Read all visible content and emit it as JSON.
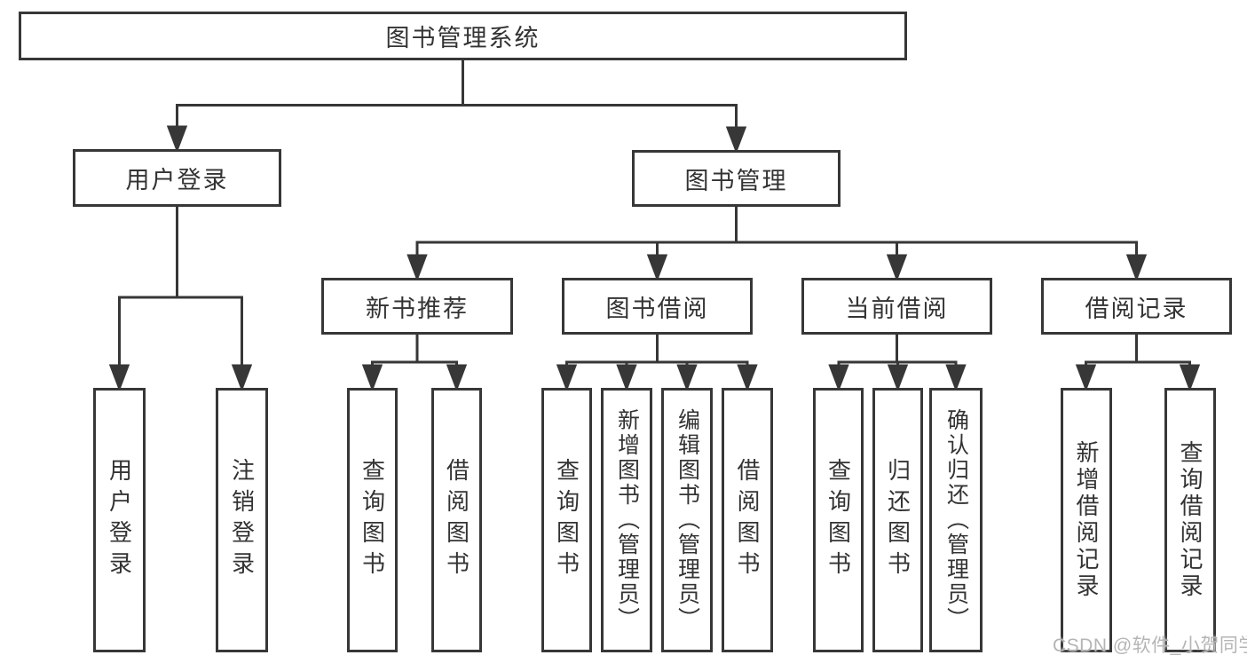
{
  "tree": {
    "label": "图书管理系统",
    "children": [
      {
        "label": "用户登录",
        "children": [
          {
            "label": "用户登录"
          },
          {
            "label": "注销登录"
          }
        ]
      },
      {
        "label": "图书管理",
        "children": [
          {
            "label": "新书推荐",
            "children": [
              {
                "label": "查询图书"
              },
              {
                "label": "借阅图书"
              }
            ]
          },
          {
            "label": "图书借阅",
            "children": [
              {
                "label": "查询图书"
              },
              {
                "label": "新增图书（管理员）"
              },
              {
                "label": "编辑图书（管理员）"
              },
              {
                "label": "借阅图书"
              }
            ]
          },
          {
            "label": "当前借阅",
            "children": [
              {
                "label": "查询图书"
              },
              {
                "label": "归还图书"
              },
              {
                "label": "确认归还（管理员）"
              }
            ]
          },
          {
            "label": "借阅记录",
            "children": [
              {
                "label": "新增借阅记录"
              },
              {
                "label": "查询借阅记录"
              }
            ]
          }
        ]
      }
    ]
  },
  "watermark": {
    "text": "CSDN @软件_小贺同学"
  },
  "colors": {
    "line": "#373737",
    "box_border": "#373737",
    "text": "#333333",
    "watermark": "#b5b5b5",
    "background": "#ffffff"
  }
}
